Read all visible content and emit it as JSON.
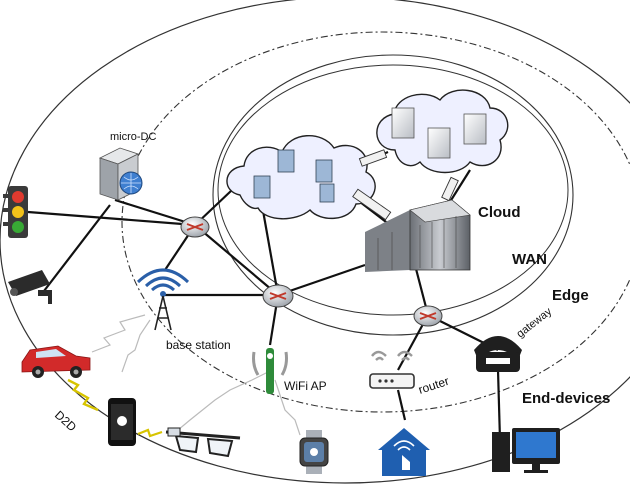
{
  "labels": {
    "cloud": "Cloud",
    "wan": "WAN",
    "edge": "Edge",
    "end_devices": "End-devices",
    "micro_dc": "micro-DC",
    "base_station": "base station",
    "wifi_ap": "WiFi AP",
    "router": "router",
    "gateway": "gateway",
    "d2d": "D2D"
  },
  "icons": {
    "traffic_light": "traffic-light-icon",
    "camera": "security-camera-icon",
    "car": "car-icon",
    "phone": "smartphone-icon",
    "glasses": "smart-glasses-icon",
    "watch": "smartwatch-icon",
    "smart_home": "smart-home-icon",
    "desktop": "desktop-computer-icon",
    "server": "server-icon",
    "datacenter": "datacenter-racks-icon",
    "router": "router-icon"
  },
  "colors": {
    "ring": "#333333",
    "cloud_fill": "#eef0ff",
    "router_red": "#c0392b",
    "antenna_blue": "#2a5fa8",
    "wifi_green": "#2e8b3a",
    "home_blue": "#1f5fb0",
    "car_red": "#d22a2a"
  }
}
